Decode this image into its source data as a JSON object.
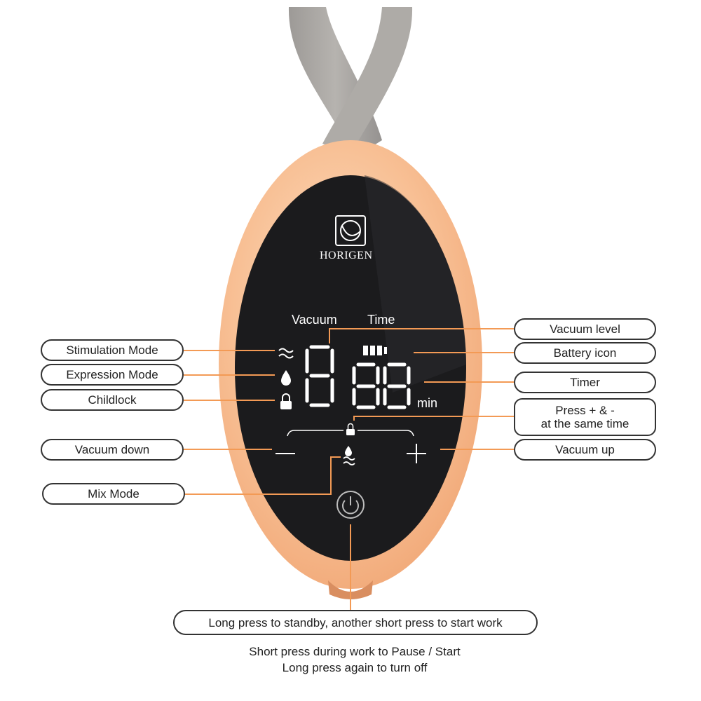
{
  "device": {
    "brand": "HORIGEN",
    "display_labels": {
      "vacuum": "Vacuum",
      "time": "Time",
      "unit": "min"
    },
    "colors": {
      "shell": "#f7b989",
      "screen": "#1b1b1d",
      "leader": "#f39a55",
      "strap": "#a9a6a2"
    }
  },
  "callouts": {
    "stimulation_mode": "Stimulation Mode",
    "expression_mode": "Expression Mode",
    "childlock": "Childlock",
    "vacuum_down": "Vacuum down",
    "mix_mode": "Mix Mode",
    "vacuum_level": "Vacuum level",
    "battery_icon": "Battery icon",
    "timer": "Timer",
    "press_combo_line1": "Press + & -",
    "press_combo_line2": "at the same time",
    "vacuum_up": "Vacuum up",
    "power_instruction": "Long press to standby, another short press to start work"
  },
  "footer": {
    "line1": "Short press during work to Pause / Start",
    "line2": "Long press again to turn off"
  }
}
